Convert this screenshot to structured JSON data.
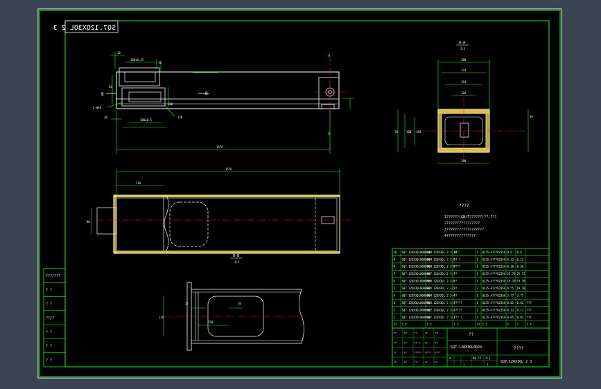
{
  "colors": {
    "viewport_bg": "#3a4452",
    "paper": "#000000",
    "border": "#00ff00",
    "outline": "#ffffff",
    "dimension": "#00ff00",
    "centerline": "#ff2020",
    "hidden": "#ffff00",
    "section_fill": "#ffe060",
    "text": "#ffffff",
    "tag_text": "#00ffff"
  },
  "drawing_number_stamp": "SQ7.12QX3QL 2 3",
  "main_view": {
    "marker_top": "A",
    "marker_bottom": "A",
    "marker_left": "B",
    "marker_right": "B",
    "dims": [
      "10",
      "160±0.25",
      "10",
      "16",
      "180±0.5",
      "2-Φ10",
      "100",
      "20",
      "120",
      "1576"
    ]
  },
  "section_aa": {
    "title": "A-A",
    "scale": "1:1",
    "dims": [
      "180",
      "174",
      "154",
      "110",
      "70",
      "100",
      "184",
      "36",
      "180"
    ]
  },
  "section_bb": {
    "title": "B-B",
    "scale": "1:1",
    "dims": [
      "1576",
      "210",
      "80"
    ]
  },
  "detail_view": {
    "dims": [
      "25",
      "20",
      "150",
      "120"
    ]
  },
  "notes": {
    "heading": "????",
    "lines": [
      "1??????(GB/T??????)??,???",
      "2????????????????",
      "3??????????????????",
      "4??????????????"
    ]
  },
  "left_strip": {
    "cells": [
      "???/???",
      "? ?",
      "? ?",
      "??/?",
      "? ?",
      "? ?",
      "? ?"
    ]
  },
  "bom": {
    "rows": [
      [
        "10",
        "SQ7.12QX3QL0000010",
        "SQ7.12QX3QL 2 3-10",
        "???",
        "1",
        "Q235-A???Q235A",
        "0.6",
        "0.6",
        ""
      ],
      [
        "9",
        "SQ7.12QX3QL0000009",
        "SQ7.12QX3QL 2 3-9",
        "?? ?",
        "1",
        "Q235-A???Q235A",
        "0.12",
        "0.12",
        ""
      ],
      [
        "8",
        "SQ7.12QX3QL0000008",
        "SQ7.12QX3QL 2 3-8",
        "????",
        "1",
        "Q235-A???Q235A",
        "0.36",
        "0.36",
        ""
      ],
      [
        "7",
        "SQ7.12QX3QL0000007",
        "SQ7.12QX3QL 2 3-7",
        "??",
        "1",
        "Q235-A???Q235A",
        "25.72",
        "25.72",
        ""
      ],
      [
        "6",
        "SQ7.12QX3QL0000006",
        "SQ7.12QX3QL 2 3-6",
        "??",
        "1",
        "Q235-A???Q235A",
        "19.10",
        "19.10",
        ""
      ],
      [
        "5",
        "SQ7.12QX3QL0000005",
        "SQ7.12QX3QL 2 3-5",
        "??",
        "2",
        "Q235-A???Q235A",
        "9.55",
        "19.10",
        ""
      ],
      [
        "4",
        "SQ7.12QX3QL0000004",
        "SQ7.12QX3QL 2 3-4",
        "??",
        "1",
        "Q235-A???Q235A",
        "3.77",
        "3.77",
        ""
      ],
      [
        "3",
        "SQ7.12QX3QL0000003",
        "SQ7.12QX3QL 2 3-3",
        "?????",
        "1",
        "Q235-A???Q235A",
        "0.02",
        "0.02",
        "???"
      ],
      [
        "2",
        "SQ7.12QX3QL0000002",
        "SQ7.12QX3QL 2 3-2",
        "?????",
        "1",
        "Q235-A???Q235A",
        "0.11",
        "0.11",
        "???"
      ],
      [
        "1",
        "SQ7.12QX3QL0000001",
        "SQ7.12QX3QL 2 3-1",
        "??? ?",
        "1",
        "Q235-A???Q235A",
        "0.05",
        "0.05",
        "???"
      ]
    ],
    "header": [
      "??",
      "? ?",
      "? ?",
      "? ?",
      "??",
      "? ?",
      "?",
      "?",
      "? ?"
    ]
  },
  "title_block": {
    "part_name": "??",
    "drawing_code": "SQ7.12QX3QL0024",
    "company": "????",
    "drawing_number": "SQ7.12QX3QL 2 3",
    "weight": "68.72",
    "scale": "1:1",
    "stage": "A",
    "sheet": "1",
    "sheets_total": "1",
    "labels": [
      "??",
      "??",
      "??",
      "??",
      "??",
      "??",
      "??",
      "?? ?",
      "??",
      "??",
      "??",
      "??",
      "?????",
      "????",
      "???",
      "??",
      "??",
      "??",
      "??",
      "??"
    ]
  }
}
